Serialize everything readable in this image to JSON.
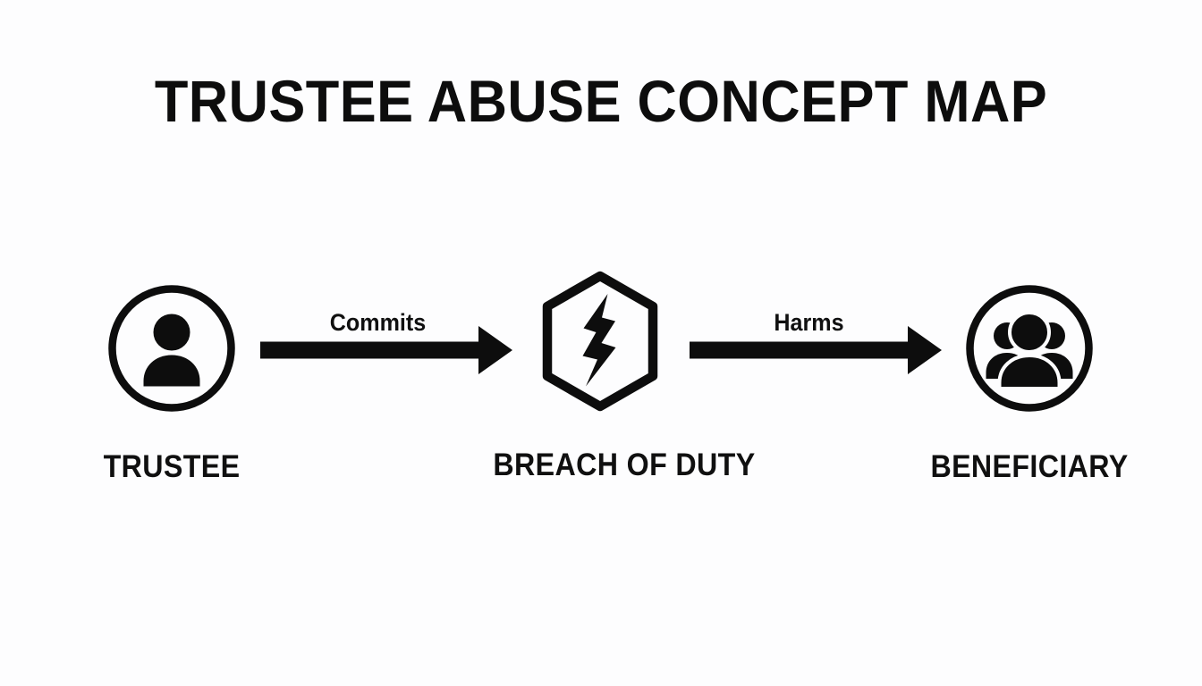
{
  "title": "TRUSTEE ABUSE CONCEPT MAP",
  "colors": {
    "background": "#fdfdfe",
    "ink": "#101010",
    "stroke": "#0d0d0d"
  },
  "nodes": [
    {
      "id": "trustee",
      "caption": "TRUSTEE",
      "icon": "person-in-circle-icon",
      "shape": "circle"
    },
    {
      "id": "breach-of-duty",
      "caption": "BREACH OF DUTY",
      "icon": "lightning-bolt-in-hexagon-icon",
      "shape": "hexagon"
    },
    {
      "id": "beneficiary",
      "caption": "BENEFICIARY",
      "icon": "people-group-in-circle-icon",
      "shape": "circle"
    }
  ],
  "edges": [
    {
      "id": "commits",
      "label": "Commits",
      "from": "trustee",
      "to": "breach-of-duty",
      "icon": "arrow-right-icon"
    },
    {
      "id": "harms",
      "label": "Harms",
      "from": "breach-of-duty",
      "to": "beneficiary",
      "icon": "arrow-right-icon"
    }
  ]
}
